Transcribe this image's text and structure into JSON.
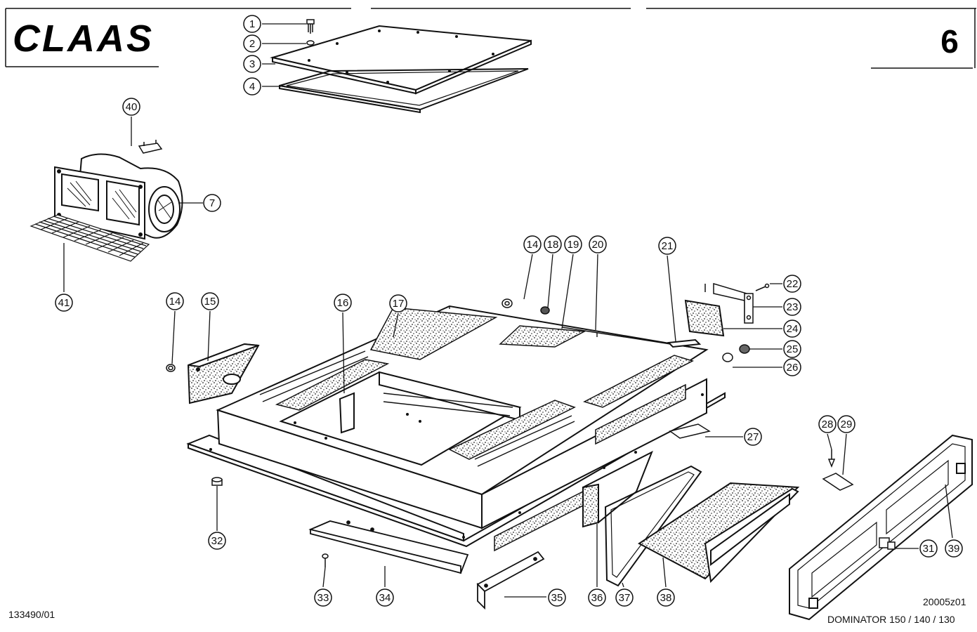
{
  "header": {
    "brand": "CLAAS",
    "page_number": "6"
  },
  "footer": {
    "drawing_code_left": "133490/01",
    "drawing_code_right": "20005z01",
    "model": "DOMINATOR 150 / 140 / 130"
  },
  "callouts": [
    {
      "label": "1"
    },
    {
      "label": "2"
    },
    {
      "label": "3"
    },
    {
      "label": "4"
    },
    {
      "label": "40"
    },
    {
      "label": "7"
    },
    {
      "label": "41"
    },
    {
      "label": "14"
    },
    {
      "label": "15"
    },
    {
      "label": "16"
    },
    {
      "label": "17"
    },
    {
      "label": "14"
    },
    {
      "label": "18"
    },
    {
      "label": "19"
    },
    {
      "label": "20"
    },
    {
      "label": "21"
    },
    {
      "label": "22"
    },
    {
      "label": "23"
    },
    {
      "label": "24"
    },
    {
      "label": "25"
    },
    {
      "label": "26"
    },
    {
      "label": "27"
    },
    {
      "label": "28"
    },
    {
      "label": "29"
    },
    {
      "label": "31"
    },
    {
      "label": "39"
    },
    {
      "label": "32"
    },
    {
      "label": "33"
    },
    {
      "label": "34"
    },
    {
      "label": "35"
    },
    {
      "label": "36"
    },
    {
      "label": "37"
    },
    {
      "label": "38"
    }
  ]
}
